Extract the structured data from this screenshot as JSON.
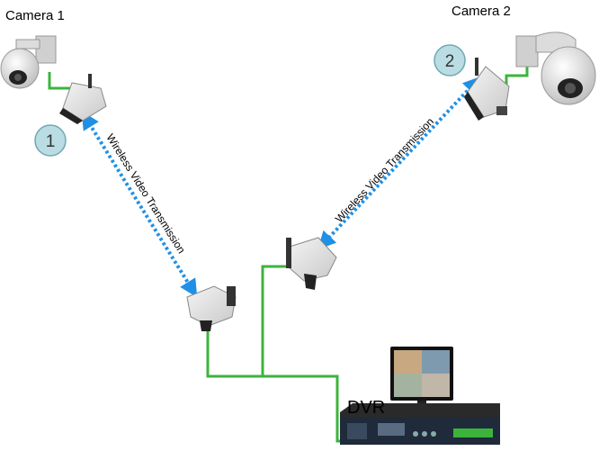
{
  "cameras": [
    {
      "label": "Camera 1",
      "badge": "1"
    },
    {
      "label": "Camera 2",
      "badge": "2"
    }
  ],
  "links": [
    {
      "label": "Wireless Video Transmission"
    },
    {
      "label": "Wireless Video Transmission"
    }
  ],
  "dvr": {
    "label": "DVR"
  },
  "colors": {
    "cable": "#3cb43c",
    "wireless": "#1e90e6",
    "badge_fill": "#b9dde3",
    "badge_stroke": "#6fa8b3"
  }
}
